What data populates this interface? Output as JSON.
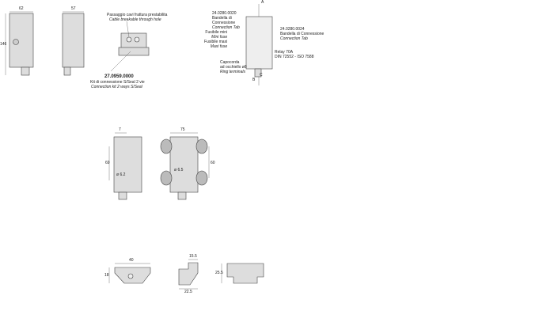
{
  "top_views": {
    "width_front": "62",
    "width_side": "57",
    "height": "146",
    "callout_it": "Passaggio cavi frattura prestabilita",
    "callout_en": "Cable breakable through hole",
    "part_number": "27.0959.0000",
    "kit_it": "Kit di connessione S/Seal 2 vie",
    "kit_en": "Connection kit 2 ways S/Seal"
  },
  "schematic": {
    "label_a": "A",
    "label_b": "B",
    "label_c": "C",
    "tab1": [
      "24.0280.0020",
      "Bandella di",
      "Connessione",
      "Connection Tab"
    ],
    "tab2": [
      "24.0280.0024",
      "Bandella di Connessione",
      "Connection Tab"
    ],
    "fuse": [
      "Fusibile mini",
      "Mini fuse",
      "Fusibile maxi",
      "Maxi fuse"
    ],
    "relay": [
      "Relay 70A",
      "DIN 72552 - ISO 7588"
    ],
    "ring": [
      "Capocorda",
      "ad occhiello ø8",
      "Ring terminals"
    ]
  },
  "mounting_views": {
    "offset": "7",
    "hole_spacing_left": "69",
    "hole_dia_left": "ø 6.2",
    "width_right": "75",
    "hole_dia_right": "ø 6.5",
    "hole_spacing_right": "60"
  },
  "bracket_views": {
    "width": "40",
    "height": "18",
    "top_width": "15.5",
    "bottom_width": "22.5",
    "side_height": "25.5"
  }
}
